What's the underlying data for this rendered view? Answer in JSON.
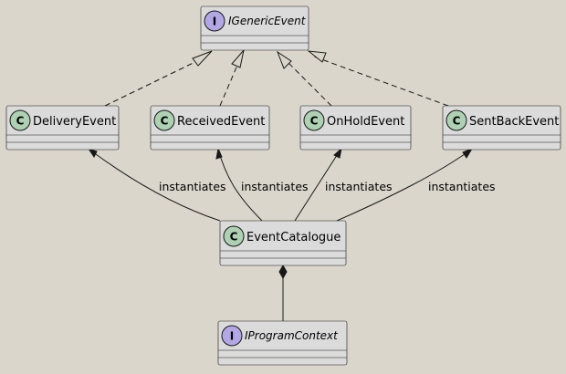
{
  "diagram": {
    "interfaces": {
      "generic_event": {
        "name": "IGenericEvent",
        "stereotype": "I"
      },
      "program_context": {
        "name": "IProgramContext",
        "stereotype": "I"
      }
    },
    "classes": {
      "delivery_event": {
        "name": "DeliveryEvent",
        "stereotype": "C"
      },
      "received_event": {
        "name": "ReceivedEvent",
        "stereotype": "C"
      },
      "on_hold_event": {
        "name": "OnHoldEvent",
        "stereotype": "C"
      },
      "sent_back_event": {
        "name": "SentBackEvent",
        "stereotype": "C"
      },
      "event_catalogue": {
        "name": "EventCatalogue",
        "stereotype": "C"
      }
    },
    "edge_labels": {
      "delivery": "instantiates",
      "received": "instantiates",
      "on_hold": "instantiates",
      "sent_back": "instantiates"
    },
    "colors": {
      "background": "#DAD6CB",
      "box_fill": "#DBDBDB",
      "class_badge": "#ADD1B2",
      "interface_badge": "#B4A7E5",
      "line": "#181818"
    }
  }
}
